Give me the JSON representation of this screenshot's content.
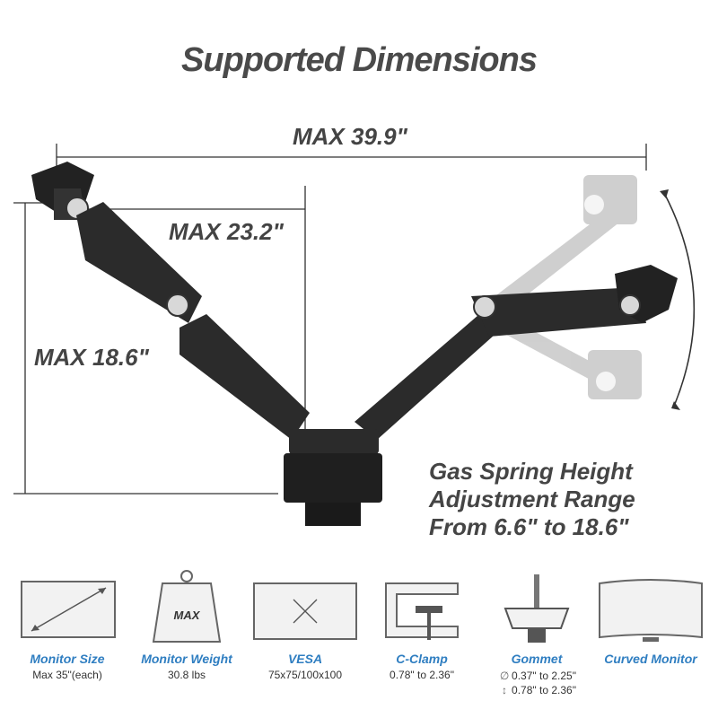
{
  "title": "Supported Dimensions",
  "dimensions": {
    "width_label": "MAX 39.9\"",
    "reach_label": "MAX 23.2\"",
    "height_label": "MAX 18.6\""
  },
  "gas_spring": {
    "line1": "Gas Spring Height",
    "line2": "Adjustment Range",
    "line3": "From 6.6\" to 18.6\""
  },
  "specs": {
    "monitor_size": {
      "name": "Monitor Size",
      "value": "Max 35\"(each)"
    },
    "monitor_weight": {
      "name": "Monitor Weight",
      "value": "30.8 lbs",
      "icon_text": "MAX"
    },
    "vesa": {
      "name": "VESA",
      "value": "75x75/100x100"
    },
    "c_clamp": {
      "name": "C-Clamp",
      "value": "0.78\" to 2.36\""
    },
    "gommet": {
      "name": "Gommet",
      "value1": "0.37\" to 2.25\"",
      "value2": "0.78\" to 2.36\"",
      "sym1": "∅",
      "sym2": "↕"
    },
    "curved_monitor": {
      "name": "Curved Monitor"
    }
  },
  "colors": {
    "accent": "#2f7ec1",
    "text": "#444444",
    "arm": "#2b2b2b"
  }
}
